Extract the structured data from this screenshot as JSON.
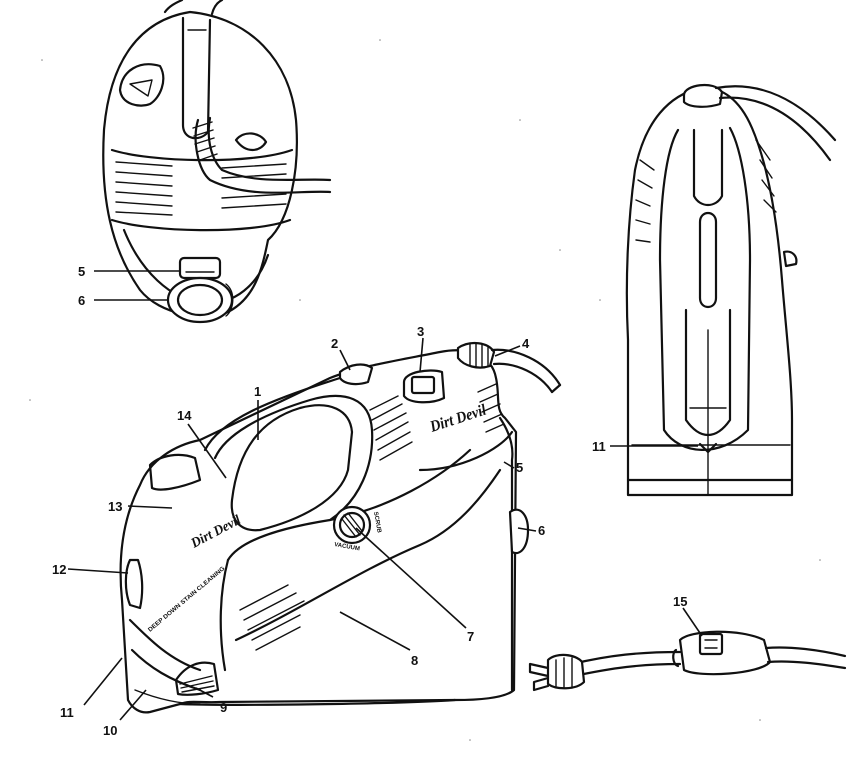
{
  "callouts": {
    "c1": "1",
    "c2": "2",
    "c3": "3",
    "c4": "4",
    "c5_top": "5",
    "c5_side": "5",
    "c6_top": "6",
    "c6_side": "6",
    "c7": "7",
    "c8": "8",
    "c9": "9",
    "c10": "10",
    "c11_left": "11",
    "c11_right": "11",
    "c12": "12",
    "c13": "13",
    "c14": "14",
    "c15": "15"
  },
  "product_labels": {
    "brand_side": "Dirt Devil",
    "brand_handle": "Dirt Devil",
    "stripe_text": "DEEP DOWN STAIN CLEANING",
    "dial_left": "VACUUM",
    "dial_right": "SCRUB"
  }
}
